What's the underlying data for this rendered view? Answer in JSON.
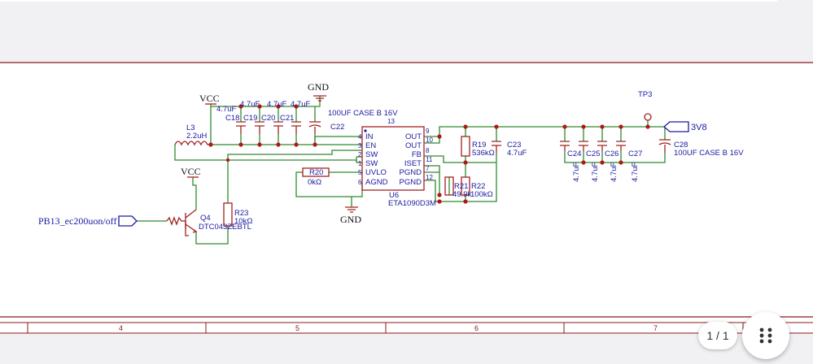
{
  "viewer": {
    "page_indicator": "1 / 1",
    "menu_icon": "grip-dots-icon"
  },
  "schematic": {
    "power_labels": {
      "vcc_top": "VCC",
      "vcc_mid": "VCC",
      "gnd_top": "GND",
      "gnd_bottom": "GND",
      "tp": "TP3",
      "v38": "3V8"
    },
    "net_labels": {
      "enable_input": "PB13_ec200uon/off"
    },
    "inductor": {
      "ref": "L3",
      "value": "2.2uH"
    },
    "input_caps": [
      {
        "ref": "C18",
        "value": "4.7uF"
      },
      {
        "ref": "C19",
        "value": "4.7uF"
      },
      {
        "ref": "C20",
        "value": "4.7uF"
      },
      {
        "ref": "C21",
        "value": "4.7uF"
      }
    ],
    "input_bulk": {
      "ref": "C22",
      "value": "100UF CASE B 16V"
    },
    "ic": {
      "ref": "U6",
      "part": "ETA1090D3M",
      "pin_left_names": [
        "IN",
        "EN",
        "SW",
        "SW",
        "UVLO",
        "AGND"
      ],
      "pin_left_nums": [
        "4",
        "3",
        "2",
        "1",
        "5",
        "6"
      ],
      "pin_right_names": [
        "OUT",
        "OUT",
        "FB",
        "ISET",
        "PGND",
        "PGND"
      ],
      "pin_right_nums": [
        "9",
        "10",
        "8",
        "11",
        "7",
        "12"
      ],
      "top_pin": "13"
    },
    "r20": {
      "ref": "R20",
      "value": "0kΩ"
    },
    "r23": {
      "ref": "R23",
      "value": "10kΩ"
    },
    "q4": {
      "ref": "Q4",
      "part": "DTC043ZEBTL"
    },
    "r19": {
      "ref": "R19",
      "value": "536kΩ"
    },
    "c23": {
      "ref": "C23",
      "value": "4.7uF"
    },
    "r21": {
      "ref": "R21",
      "value": "49.9k"
    },
    "r22": {
      "ref": "R22",
      "value": "100kΩ"
    },
    "output_caps": [
      {
        "ref": "C24",
        "value": "4.7uF"
      },
      {
        "ref": "C25",
        "value": "4.7uF"
      },
      {
        "ref": "C26",
        "value": "4.7uF"
      },
      {
        "ref": "C27",
        "value": "4.7uF"
      }
    ],
    "output_bulk": {
      "ref": "C28",
      "value": "100UF CASE B 16V"
    },
    "frame_columns": [
      "4",
      "5",
      "6",
      "7"
    ]
  }
}
